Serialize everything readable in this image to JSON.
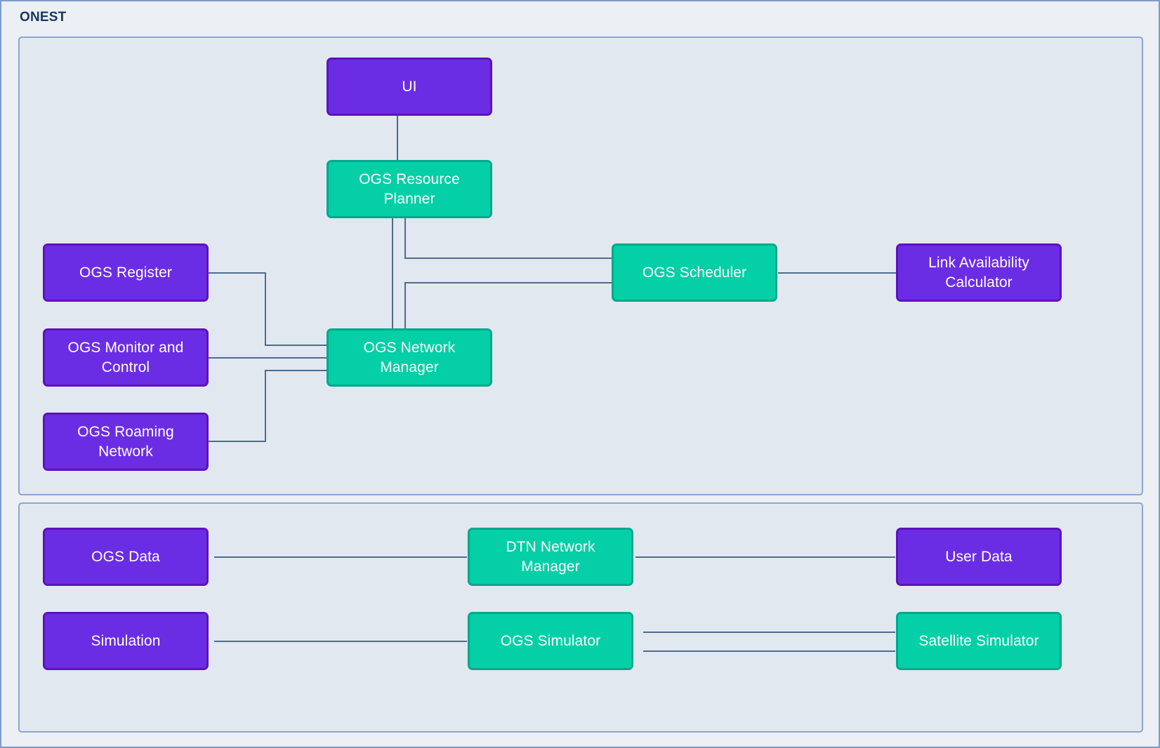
{
  "diagram": {
    "title": "ONEST",
    "type": "block-diagram",
    "colors": {
      "canvas_background": "#ECEFF3",
      "panel_background": "#E2E8F0",
      "panel_border": "#8AA7D0",
      "title_text": "#17365D",
      "purple_fill": "#6B2DE3",
      "purple_border": "#5D12BE",
      "teal_fill": "#04CFA6",
      "teal_border": "#00A98A",
      "connector": "#4E6B8E",
      "node_text": "#FFFFFF"
    },
    "panels": [
      {
        "id": "panel-top",
        "label": ""
      },
      {
        "id": "panel-bottom",
        "label": ""
      }
    ],
    "nodes": [
      {
        "id": "ui",
        "label": "UI",
        "color": "purple",
        "panel": "panel-top"
      },
      {
        "id": "ogs-resource-planner",
        "label": "OGS Resource Planner",
        "color": "teal",
        "panel": "panel-top"
      },
      {
        "id": "ogs-register",
        "label": "OGS Register",
        "color": "purple",
        "panel": "panel-top"
      },
      {
        "id": "ogs-monitor-control",
        "label": "OGS Monitor and Control",
        "color": "purple",
        "panel": "panel-top"
      },
      {
        "id": "ogs-roaming-network",
        "label": "OGS Roaming Network",
        "color": "purple",
        "panel": "panel-top"
      },
      {
        "id": "ogs-network-manager",
        "label": "OGS Network Manager",
        "color": "teal",
        "panel": "panel-top"
      },
      {
        "id": "ogs-scheduler",
        "label": "OGS Scheduler",
        "color": "teal",
        "panel": "panel-top"
      },
      {
        "id": "link-availability-calculator",
        "label": "Link Availability Calculator",
        "color": "purple",
        "panel": "panel-top"
      },
      {
        "id": "ogs-data",
        "label": "OGS Data",
        "color": "purple",
        "panel": "panel-bottom"
      },
      {
        "id": "dtn-network-manager",
        "label": "DTN Network Manager",
        "color": "teal",
        "panel": "panel-bottom"
      },
      {
        "id": "user-data",
        "label": "User Data",
        "color": "purple",
        "panel": "panel-bottom"
      },
      {
        "id": "simulation",
        "label": "Simulation",
        "color": "purple",
        "panel": "panel-bottom"
      },
      {
        "id": "ogs-simulator",
        "label": "OGS Simulator",
        "color": "teal",
        "panel": "panel-bottom"
      },
      {
        "id": "satellite-simulator",
        "label": "Satellite Simulator",
        "color": "teal",
        "panel": "panel-bottom"
      }
    ],
    "edges": [
      {
        "from": "ui",
        "to": "ogs-resource-planner"
      },
      {
        "from": "ogs-resource-planner",
        "to": "ogs-network-manager"
      },
      {
        "from": "ogs-resource-planner",
        "to": "ogs-scheduler"
      },
      {
        "from": "ogs-scheduler",
        "to": "ogs-network-manager"
      },
      {
        "from": "ogs-scheduler",
        "to": "link-availability-calculator"
      },
      {
        "from": "ogs-register",
        "to": "ogs-network-manager"
      },
      {
        "from": "ogs-monitor-control",
        "to": "ogs-network-manager"
      },
      {
        "from": "ogs-roaming-network",
        "to": "ogs-network-manager"
      },
      {
        "from": "ogs-data",
        "to": "dtn-network-manager"
      },
      {
        "from": "dtn-network-manager",
        "to": "user-data"
      },
      {
        "from": "simulation",
        "to": "ogs-simulator"
      },
      {
        "from": "ogs-simulator",
        "to": "satellite-simulator"
      },
      {
        "from": "ogs-simulator",
        "to": "satellite-simulator"
      }
    ]
  }
}
